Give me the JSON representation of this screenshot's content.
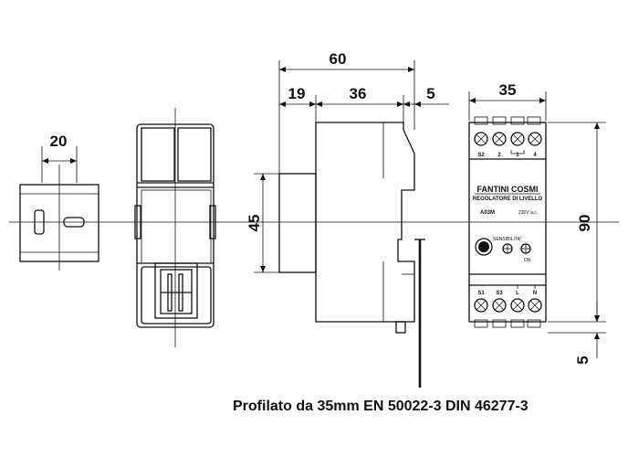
{
  "dimensions": {
    "width_small": "20",
    "total_depth": "60",
    "depth_a": "19",
    "depth_b": "36",
    "depth_c": "5",
    "front_width": "35",
    "height_45": "45",
    "height_90": "90",
    "offset_5": "5"
  },
  "device": {
    "brand": "FANTINI COSMI",
    "subtitle": "REGOLATORE DI LIVELLO",
    "model": "A03M",
    "voltage": "230V a.c.",
    "sensitivity_label": "SENSIBILITA'",
    "on_label": "ON",
    "top_terminals": [
      "S2",
      "2",
      "1",
      "4"
    ],
    "bottom_terminals": [
      "S1",
      "S3",
      "L",
      "N"
    ]
  },
  "caption": "Profilato da 35mm EN 50022-3 DIN 46277-3"
}
